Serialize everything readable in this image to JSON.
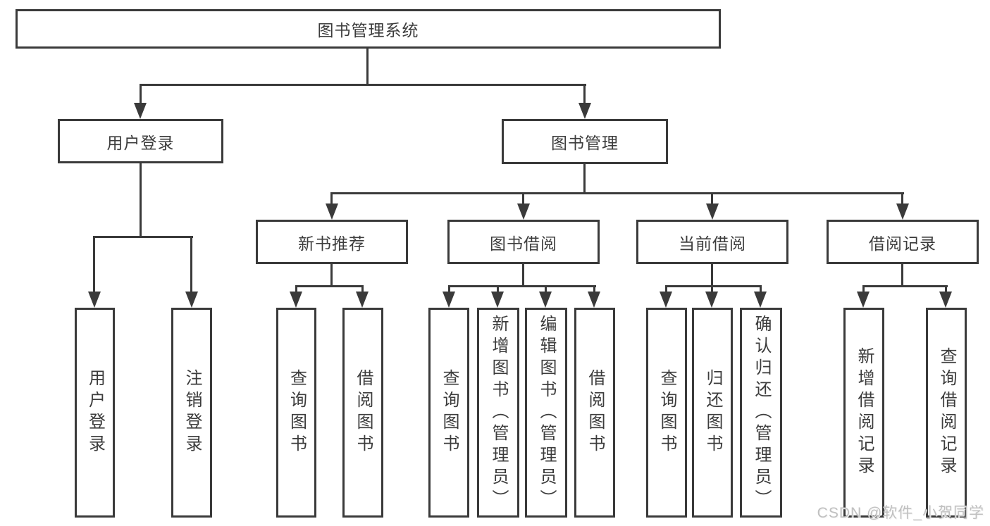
{
  "diagram": {
    "root": {
      "label": "图书管理系统"
    },
    "level1": [
      {
        "label": "用户登录"
      },
      {
        "label": "图书管理"
      }
    ],
    "level2": [
      {
        "label": "新书推荐"
      },
      {
        "label": "图书借阅"
      },
      {
        "label": "当前借阅"
      },
      {
        "label": "借阅记录"
      }
    ],
    "leaves": {
      "user_login": [
        {
          "label": "用户登录"
        },
        {
          "label": "注销登录"
        }
      ],
      "new_book_recommend": [
        {
          "label": "查询图书"
        },
        {
          "label": "借阅图书"
        }
      ],
      "book_borrow": [
        {
          "label": "查询图书"
        },
        {
          "label": "新增图书（管理员）"
        },
        {
          "label": "编辑图书（管理员）"
        },
        {
          "label": "借阅图书"
        }
      ],
      "current_borrow": [
        {
          "label": "查询图书"
        },
        {
          "label": "归还图书"
        },
        {
          "label": "确认归还（管理员）"
        }
      ],
      "borrow_record": [
        {
          "label": "新增借阅记录"
        },
        {
          "label": "查询借阅记录"
        }
      ]
    },
    "watermark": "CSDN @软件_小贺同学",
    "colors": {
      "line": "#3a3a3a",
      "text": "#3c3c3c",
      "background": "#ffffff",
      "watermark": "#c0c0c0"
    }
  }
}
